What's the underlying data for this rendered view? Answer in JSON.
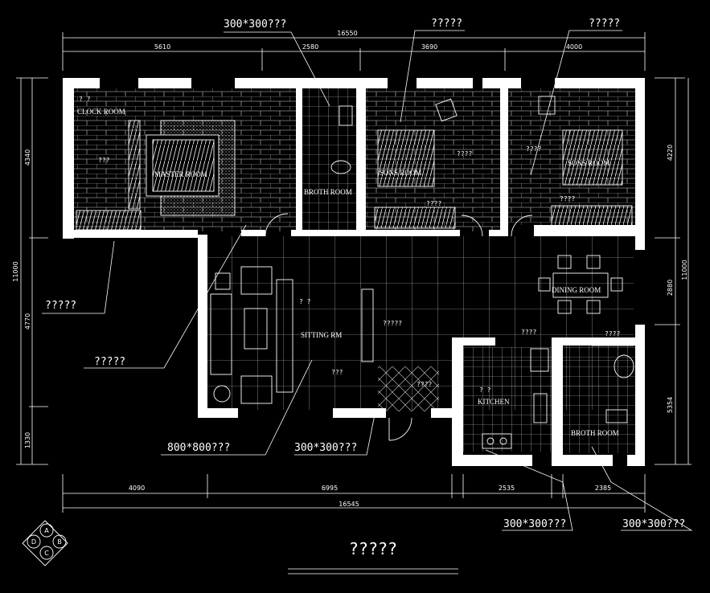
{
  "drawing": {
    "title": "?????",
    "callouts": {
      "top_tile": "300*300???",
      "top_mid": "?????",
      "top_right": "?????",
      "left_upper": "?????",
      "left_lower": "?????",
      "floor_tile": "800*800???",
      "bath_tile": "300*300???",
      "kitchen_tile": "300*300???",
      "bottom_right_tile": "300*300???"
    },
    "rooms": {
      "clock_room": "CLOCK ROOM",
      "master_room": "MASTER ROOM",
      "broth_room_top": "BROTH ROOM",
      "sons_room_1": "SONS  ROOM",
      "sons_room_2": "SONS  ROOM",
      "dining_room": "DINING ROOM",
      "sitting_rm": "SITTING RM",
      "kitchen": "KITCHEN",
      "broth_room_bottom": "BROTH ROOM"
    },
    "small_marks": {
      "q2": "?  ?",
      "q4": "????",
      "q3": "???",
      "q5": "?????"
    },
    "dimensions": {
      "top_total": "16550",
      "top_1": "5610",
      "top_2": "2580",
      "top_3": "3690",
      "top_4": "4000",
      "bottom_total": "16545",
      "bottom_1": "4090",
      "bottom_2": "6995",
      "bottom_3": "2535",
      "bottom_4": "2385",
      "left_total": "11000",
      "left_1": "4340",
      "left_2": "4770",
      "left_3": "1330",
      "right_total": "11000",
      "right_1": "4220",
      "right_2": "2880",
      "right_3": "5354"
    },
    "compass": {
      "a": "A",
      "b": "B",
      "c": "C",
      "d": "D"
    }
  }
}
